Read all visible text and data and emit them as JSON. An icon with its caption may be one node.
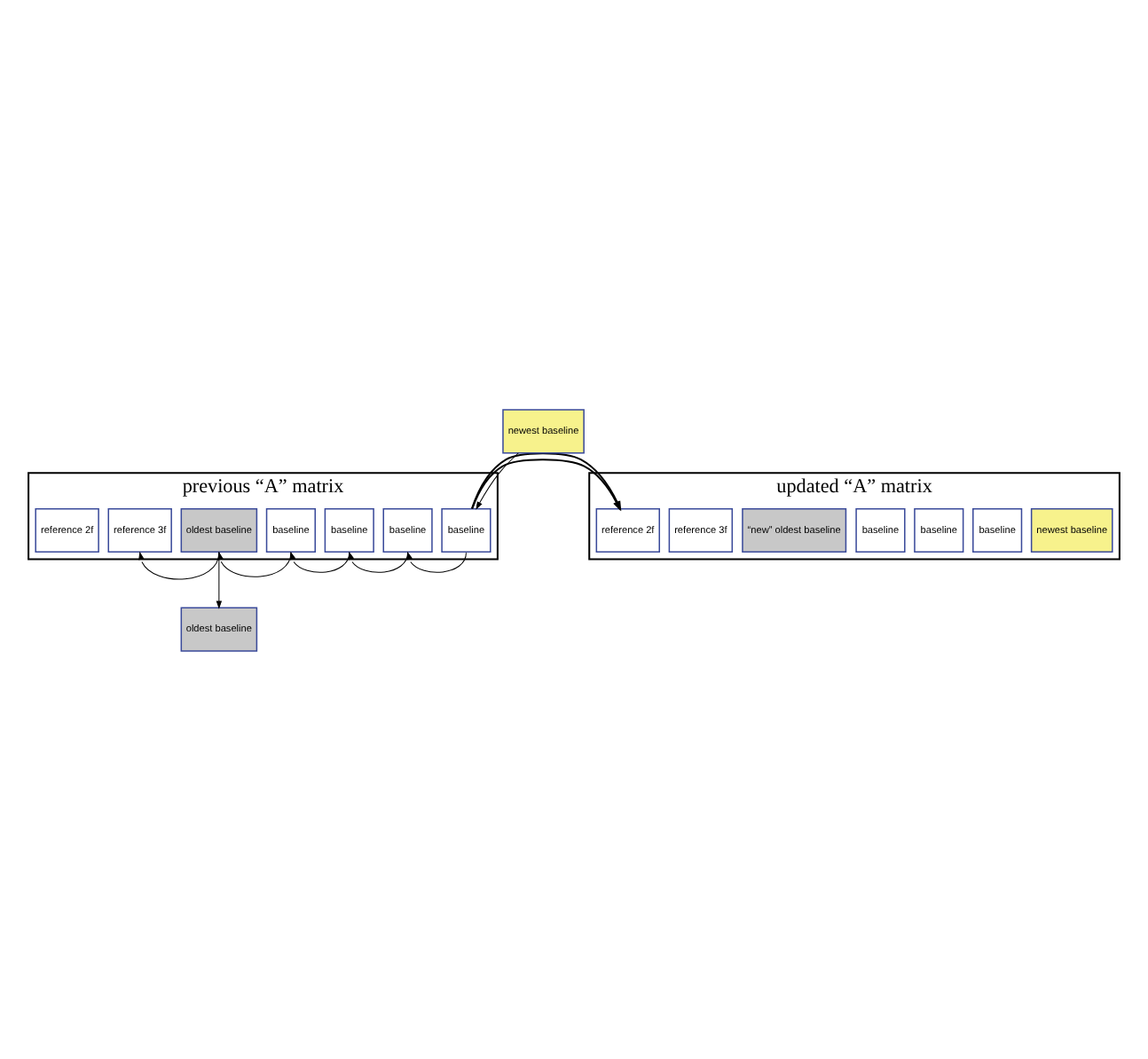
{
  "diagram": {
    "nodes": [
      {
        "text": [
          "previous “A” matrix"
        ]
      },
      {
        "text": [
          "reference 2f"
        ],
        "in": 0
      },
      {
        "text": [
          "reference 3f"
        ],
        "in": 0
      },
      {
        "text": [
          "oldest baseline"
        ],
        "in": 0
      },
      {
        "text": [
          "baseline"
        ],
        "in": 0
      },
      {
        "text": [
          "baseline"
        ],
        "in": 0
      },
      {
        "text": [
          "baseline"
        ],
        "in": 0
      },
      {
        "text": [
          "baseline"
        ],
        "in": 0
      },
      {
        "text": [
          "newest baseline"
        ]
      },
      {
        "text": [
          "updated “A” matrix"
        ]
      },
      {
        "text": [
          "reference 2f"
        ],
        "in": 9
      },
      {
        "text": [
          "reference 3f"
        ],
        "in": 9
      },
      {
        "text": [
          "“new” oldest baseline"
        ],
        "in": 9
      },
      {
        "text": [
          "baseline"
        ],
        "in": 9
      },
      {
        "text": [
          "baseline"
        ],
        "in": 9
      },
      {
        "text": [
          "baseline"
        ],
        "in": 9
      },
      {
        "text": [
          "newest baseline"
        ],
        "in": 9
      },
      {
        "text": [
          "oldest baseline"
        ]
      }
    ],
    "edges": [
      {
        "from": 8,
        "to": 7,
        "arrow": "to"
      },
      {
        "from": 3,
        "to": 2,
        "arrow": "to"
      },
      {
        "from": 4,
        "to": 3,
        "arrow": "to"
      },
      {
        "from": 5,
        "to": 4,
        "arrow": "to"
      },
      {
        "from": 6,
        "to": 5,
        "arrow": "to"
      },
      {
        "from": 7,
        "to": 6,
        "arrow": "to"
      },
      {
        "from": 0,
        "to": 9,
        "arrow": "to"
      },
      {
        "from": 3,
        "to": 17,
        "arrow": "to"
      }
    ]
  }
}
